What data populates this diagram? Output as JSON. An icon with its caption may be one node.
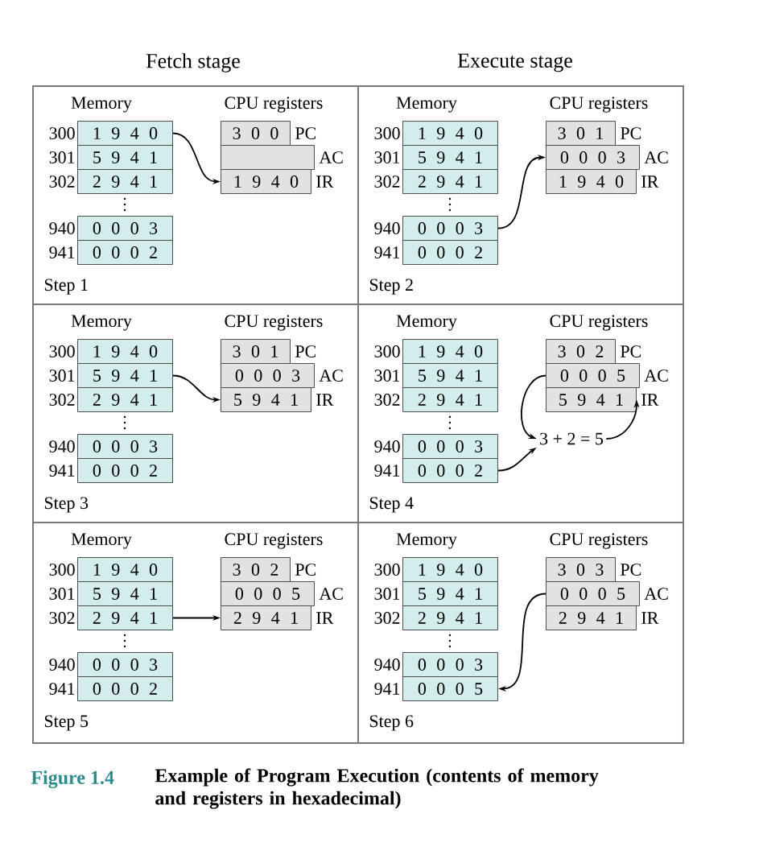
{
  "diagram": {
    "caption": "Example of Program Execution (contents of memory and registers in hexadecimal)",
    "nodes": [
      {
        "text": [
          "Memory",
          "CPU registers",
          "Step 1"
        ]
      },
      {
        "text": [
          "1 9 4 0"
        ],
        "beside": [
          "300"
        ],
        "in": 0
      },
      {
        "text": [
          "5 9 4 1"
        ],
        "beside": [
          "301"
        ],
        "in": 0
      },
      {
        "text": [
          "2 9 4 1"
        ],
        "beside": [
          "302"
        ],
        "in": 0
      },
      {
        "text": [
          "0 0 0 3"
        ],
        "beside": [
          "940"
        ],
        "in": 0
      },
      {
        "text": [
          "0 0 0 2"
        ],
        "beside": [
          "941"
        ],
        "in": 0
      },
      {
        "text": [
          "3 0 0"
        ],
        "beside": [
          "PC"
        ],
        "in": 0
      },
      {
        "text": [],
        "shape": "box",
        "beside": [
          "AC"
        ],
        "in": 0
      },
      {
        "text": [
          "1 9 4 0"
        ],
        "beside": [
          "IR"
        ],
        "in": 0
      },
      {
        "text": [
          "Memory",
          "CPU registers",
          "Step 2"
        ]
      },
      {
        "text": [
          "1 9 4 0"
        ],
        "beside": [
          "300"
        ],
        "in": 9
      },
      {
        "text": [
          "5 9 4 1"
        ],
        "beside": [
          "301"
        ],
        "in": 9
      },
      {
        "text": [
          "2 9 4 1"
        ],
        "beside": [
          "302"
        ],
        "in": 9
      },
      {
        "text": [
          "0 0 0 3"
        ],
        "beside": [
          "940"
        ],
        "in": 9
      },
      {
        "text": [
          "0 0 0 2"
        ],
        "beside": [
          "941"
        ],
        "in": 9
      },
      {
        "text": [
          "3 0 1"
        ],
        "beside": [
          "PC"
        ],
        "in": 9
      },
      {
        "text": [
          "0 0 0 3"
        ],
        "beside": [
          "AC"
        ],
        "in": 9
      },
      {
        "text": [
          "1 9 4 0"
        ],
        "beside": [
          "IR"
        ],
        "in": 9
      },
      {
        "text": [
          "Memory",
          "CPU registers",
          "Step 3"
        ]
      },
      {
        "text": [
          "1 9 4 0"
        ],
        "beside": [
          "300"
        ],
        "in": 18
      },
      {
        "text": [
          "5 9 4 1"
        ],
        "beside": [
          "301"
        ],
        "in": 18
      },
      {
        "text": [
          "2 9 4 1"
        ],
        "beside": [
          "302"
        ],
        "in": 18
      },
      {
        "text": [
          "0 0 0 3"
        ],
        "beside": [
          "940"
        ],
        "in": 18
      },
      {
        "text": [
          "0 0 0 2"
        ],
        "beside": [
          "941"
        ],
        "in": 18
      },
      {
        "text": [
          "3 0 1"
        ],
        "beside": [
          "PC"
        ],
        "in": 18
      },
      {
        "text": [
          "0 0 0 3"
        ],
        "beside": [
          "AC"
        ],
        "in": 18
      },
      {
        "text": [
          "5 9 4 1"
        ],
        "beside": [
          "IR"
        ],
        "in": 18
      },
      {
        "text": [
          "Memory",
          "CPU registers",
          "Step 4"
        ]
      },
      {
        "text": [
          "1 9 4 0"
        ],
        "beside": [
          "300"
        ],
        "in": 27
      },
      {
        "text": [
          "5 9 4 1"
        ],
        "beside": [
          "301"
        ],
        "in": 27
      },
      {
        "text": [
          "2 9 4 1"
        ],
        "beside": [
          "302"
        ],
        "in": 27
      },
      {
        "text": [
          "0 0 0 3"
        ],
        "beside": [
          "940"
        ],
        "in": 27
      },
      {
        "text": [
          "0 0 0 2"
        ],
        "beside": [
          "941"
        ],
        "in": 27
      },
      {
        "text": [
          "3 0 2"
        ],
        "beside": [
          "PC"
        ],
        "in": 27
      },
      {
        "text": [
          "0 0 0 5"
        ],
        "beside": [
          "AC"
        ],
        "in": 27
      },
      {
        "text": [
          "5 9 4 1"
        ],
        "beside": [
          "IR"
        ],
        "in": 27
      },
      {
        "text": [
          "3 + 2 = 5"
        ],
        "in": 27
      },
      {
        "text": [
          "Memory",
          "CPU registers",
          "Step 5"
        ]
      },
      {
        "text": [
          "1 9 4 0"
        ],
        "beside": [
          "300"
        ],
        "in": 37
      },
      {
        "text": [
          "5 9 4 1"
        ],
        "beside": [
          "301"
        ],
        "in": 37
      },
      {
        "text": [
          "2 9 4 1"
        ],
        "beside": [
          "302"
        ],
        "in": 37
      },
      {
        "text": [
          "0 0 0 3"
        ],
        "beside": [
          "940"
        ],
        "in": 37
      },
      {
        "text": [
          "0 0 0 2"
        ],
        "beside": [
          "941"
        ],
        "in": 37
      },
      {
        "text": [
          "3 0 2"
        ],
        "beside": [
          "PC"
        ],
        "in": 37
      },
      {
        "text": [
          "0 0 0 5"
        ],
        "beside": [
          "AC"
        ],
        "in": 37
      },
      {
        "text": [
          "2 9 4 1"
        ],
        "beside": [
          "IR"
        ],
        "in": 37
      },
      {
        "text": [
          "Memory",
          "CPU registers",
          "Step 6"
        ]
      },
      {
        "text": [
          "1 9 4 0"
        ],
        "beside": [
          "300"
        ],
        "in": 46
      },
      {
        "text": [
          "5 9 4 1"
        ],
        "beside": [
          "301"
        ],
        "in": 46
      },
      {
        "text": [
          "2 9 4 1"
        ],
        "beside": [
          "302"
        ],
        "in": 46
      },
      {
        "text": [
          "0 0 0 3"
        ],
        "beside": [
          "940"
        ],
        "in": 46
      },
      {
        "text": [
          "0 0 0 5"
        ],
        "beside": [
          "941"
        ],
        "in": 46
      },
      {
        "text": [
          "3 0 3"
        ],
        "beside": [
          "PC"
        ],
        "in": 46
      },
      {
        "text": [
          "0 0 0 5"
        ],
        "beside": [
          "AC"
        ],
        "in": 46
      },
      {
        "text": [
          "2 9 4 1"
        ],
        "beside": [
          "IR"
        ],
        "in": 46
      }
    ],
    "edges": [
      {
        "from": 1,
        "to": 8,
        "arrow": "to"
      },
      {
        "from": 13,
        "to": 16,
        "arrow": "to"
      },
      {
        "from": 20,
        "to": 26,
        "arrow": "to"
      },
      {
        "from": 34,
        "to": 36,
        "arrow": "to"
      },
      {
        "from": 32,
        "to": 36,
        "arrow": "to"
      },
      {
        "from": 36,
        "to": 35,
        "arrow": "to"
      },
      {
        "from": 40,
        "to": 45,
        "arrow": "to"
      },
      {
        "from": 53,
        "to": 51,
        "arrow": "to"
      }
    ],
    "labels": [
      "Fetch stage",
      "Execute stage",
      "Figure 1.4"
    ]
  }
}
